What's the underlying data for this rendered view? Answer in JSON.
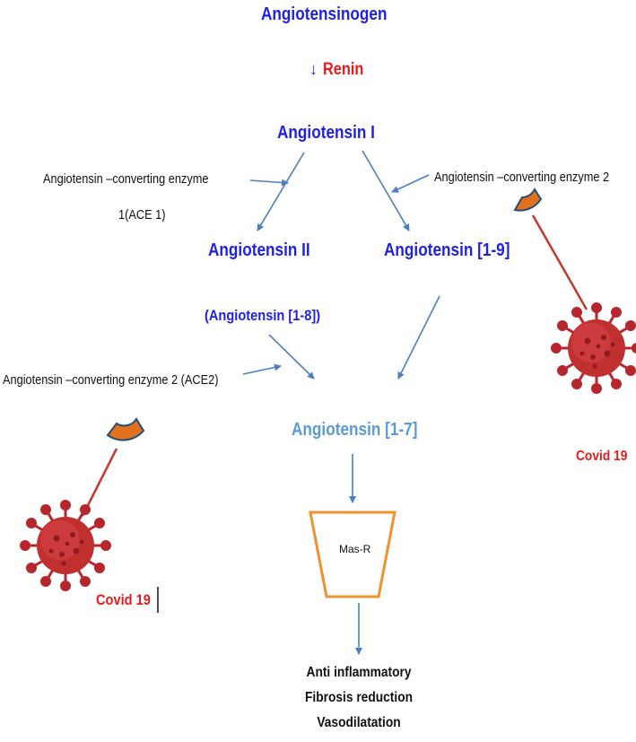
{
  "nodes": {
    "angiotensinogen": "Angiotensinogen",
    "renin_arrow": "↓",
    "renin": "Renin",
    "angiotensin_1": "Angiotensin I",
    "angiotensin_2": "Angiotensin II",
    "angiotensin_2_alias": "(Angiotensin [1-8])",
    "angiotensin_1_9": "Angiotensin [1-9]",
    "angiotensin_1_7": "Angiotensin [1-7]",
    "receptor": "Mas-R"
  },
  "enzymes": {
    "ace1_line1": "Angiotensin –converting enzyme",
    "ace1_line2": "1(ACE 1)",
    "ace2_right": "Angiotensin –converting enzyme 2",
    "ace2_left": "Angiotensin –converting enzyme 2 (ACE2)"
  },
  "virus_labels": {
    "right": "Covid 19",
    "left": "Covid 19"
  },
  "effects": [
    "Anti inflammatory",
    "Fibrosis reduction",
    "Vasodilatation"
  ],
  "colors": {
    "node_blue": "#1f1fe6",
    "node_light_blue": "#5b9bd5",
    "arrow": "#4a7fc0",
    "red_text": "#e8191b",
    "virus_red": "#b8262d",
    "receptor_orange": "#e3701c",
    "trapezoid_outline": "#f0912e",
    "tether": "#c0392b"
  }
}
